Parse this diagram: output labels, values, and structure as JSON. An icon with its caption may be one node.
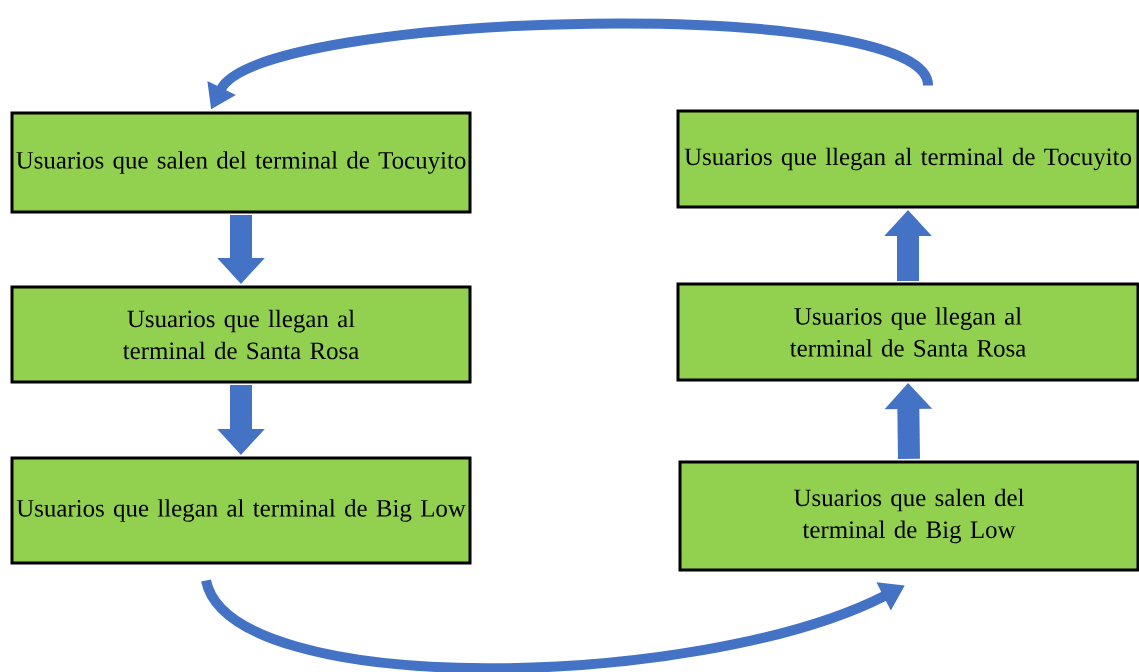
{
  "diagram": {
    "nodes": [
      {
        "text": [
          "Usuarios que salen del terminal de Tocuyito"
        ]
      },
      {
        "text": [
          "Usuarios que llegan al terminal de Santa Rosa"
        ]
      },
      {
        "text": [
          "Usuarios que llegan al terminal de Big Low"
        ]
      },
      {
        "text": [
          "Usuarios que llegan al terminal de Tocuyito"
        ]
      },
      {
        "text": [
          "Usuarios que llegan al terminal de Santa Rosa"
        ]
      },
      {
        "text": [
          "Usuarios que salen del terminal de Big Low"
        ]
      }
    ],
    "edges": [
      {
        "from": 0,
        "to": 1,
        "arrow": "to"
      },
      {
        "from": 1,
        "to": 2,
        "arrow": "to"
      },
      {
        "from": 5,
        "to": 4,
        "arrow": "to"
      },
      {
        "from": 4,
        "to": 3,
        "arrow": "to"
      },
      {
        "from": 2,
        "to": 5,
        "arrow": "to"
      },
      {
        "from": 3,
        "to": 0,
        "arrow": "to"
      }
    ]
  }
}
